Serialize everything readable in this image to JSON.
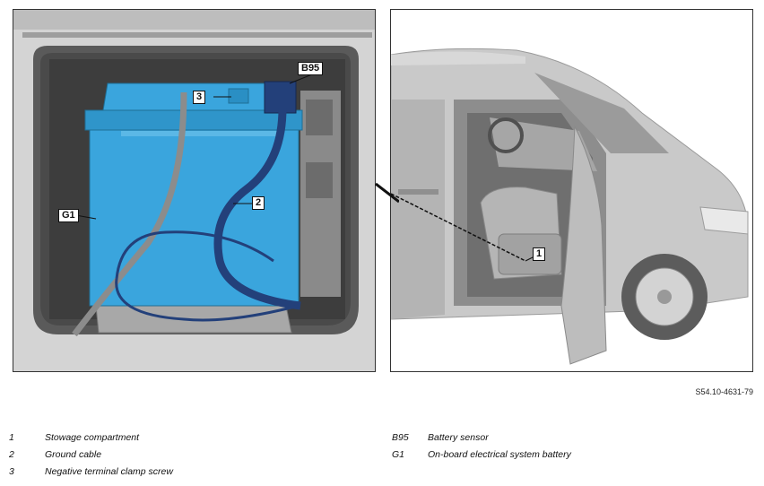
{
  "figure": {
    "reference_code": "S54.10-4631-79",
    "callouts": {
      "b95": "B95",
      "c3": "3",
      "g1": "G1",
      "c2": "2",
      "c1": "1"
    }
  },
  "legend": {
    "left": [
      {
        "key": "1",
        "text": "Stowage compartment"
      },
      {
        "key": "2",
        "text": "Ground cable"
      },
      {
        "key": "3",
        "text": "Negative terminal clamp screw"
      }
    ],
    "right": [
      {
        "key": "B95",
        "text": "Battery sensor"
      },
      {
        "key": "G1",
        "text": "On-board electrical system battery"
      }
    ]
  },
  "colors": {
    "battery": "#3aa5dd",
    "cable": "#23407a",
    "housing": "#cfcfcf",
    "van": "#c9c9c9"
  }
}
